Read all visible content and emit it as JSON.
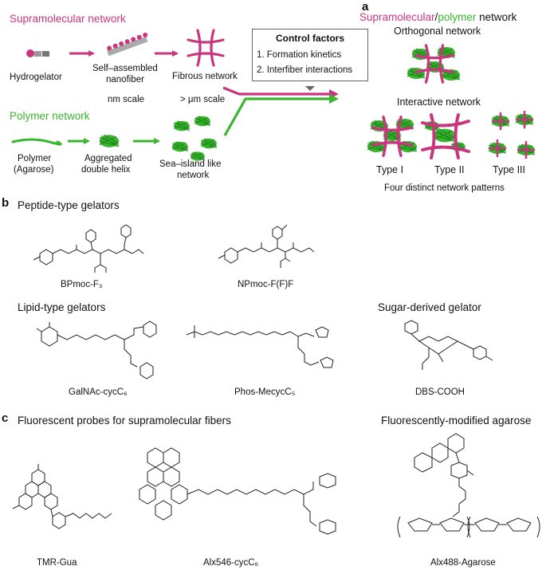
{
  "panels": {
    "a": "a",
    "b": "b",
    "c": "c"
  },
  "panel_a": {
    "supramolecular_network": "Supramolecular network",
    "hydrogelator": "Hydrogelator",
    "self_assembled_line1": "Self–assembled",
    "self_assembled_line2": "nanofiber",
    "fibrous_network": "Fibrous network",
    "nm_scale": "nm scale",
    "um_scale": "> μm scale",
    "polymer_network": "Polymer network",
    "polymer_line1": "Polymer",
    "polymer_line2": "(Agarose)",
    "aggregated_line1": "Aggregated",
    "aggregated_line2": "double helix",
    "sea_island_line1": "Sea–island like",
    "sea_island_line2": "network",
    "control_factors": {
      "title": "Control factors",
      "item1": "1. Formation kinetics",
      "item2": "2. Interfiber interactions"
    },
    "combined_title": {
      "part1": "Supramolecular",
      "sep": "/",
      "part2": "polymer",
      "part3": " network"
    },
    "orthogonal_network": "Orthogonal network",
    "interactive_network": "Interactive network",
    "types": [
      "Type I",
      "Type II",
      "Type III"
    ],
    "four_patterns": "Four distinct network patterns"
  },
  "panel_b": {
    "peptide_title": "Peptide-type gelators",
    "bpmoc": "BPmoc-F₃",
    "npmoc": "NPmoc-F(F)F",
    "lipid_title": "Lipid-type gelators",
    "sugar_title": "Sugar-derived gelator",
    "galnac": "GalNAc-cycC₆",
    "phos": "Phos-MecycC₅",
    "dbs": "DBS-COOH"
  },
  "panel_c": {
    "probes_title": "Fluorescent probes for supramolecular  fibers",
    "agarose_title": "Fluorescently-modiﬁed agarose",
    "tmr": "TMR-Gua",
    "alx546": "Alx546-cycC₆",
    "alx488": "Alx488-Agarose"
  },
  "colors": {
    "magenta": "#c8367f",
    "green": "#3ab52f",
    "gray": "#666666"
  }
}
